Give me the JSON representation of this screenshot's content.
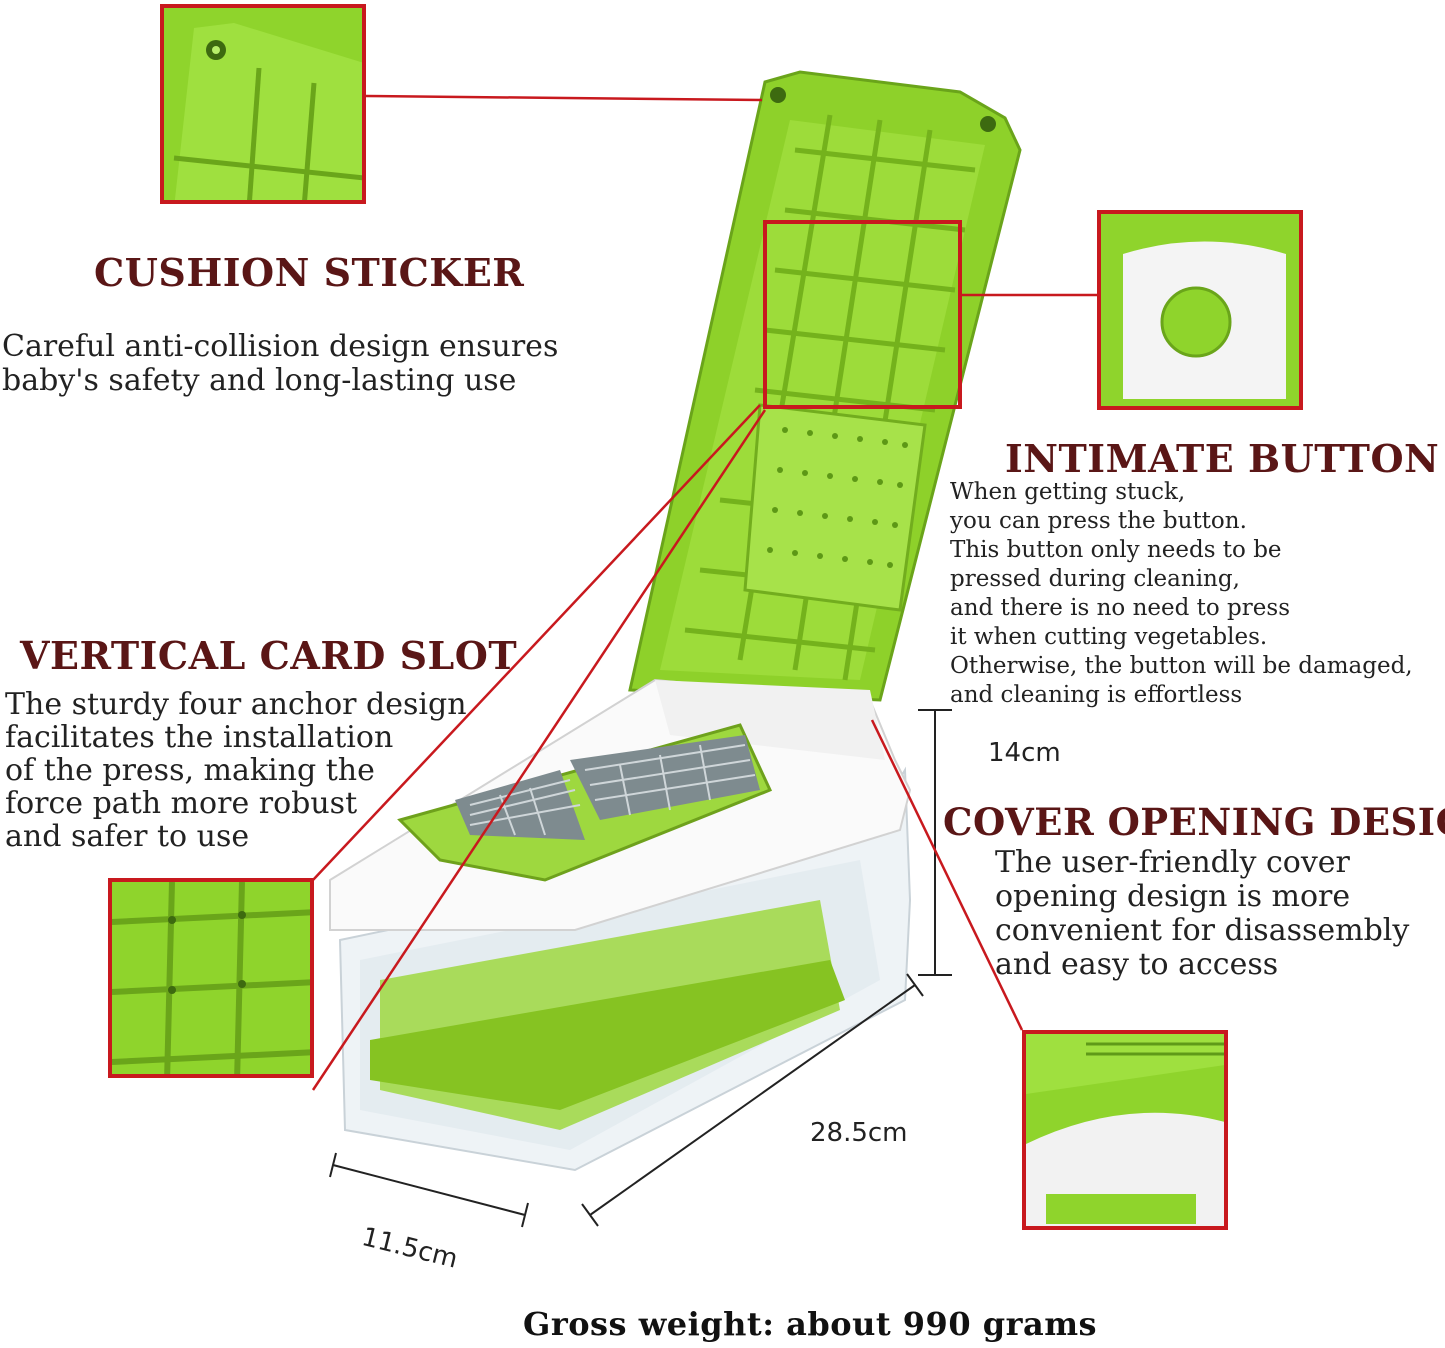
{
  "features": {
    "cushion_sticker": {
      "title": "CUSHION STICKER",
      "text": "Careful anti-collision design ensures\nbaby's safety and long-lasting use"
    },
    "intimate_button": {
      "title": "INTIMATE BUTTON",
      "text": "When getting stuck,\nyou can press the button.\nThis button only needs to be\npressed during cleaning,\nand there is no need to press\nit when cutting vegetables.\nOtherwise, the button will be damaged,\nand cleaning is effortless"
    },
    "vertical_card_slot": {
      "title": "VERTICAL CARD SLOT",
      "text": "The sturdy four anchor design\nfacilitates the installation\nof the press, making the\nforce path more robust\nand safer to use"
    },
    "cover_opening_design": {
      "title": "COVER OPENING DESIGN",
      "text": "The user-friendly cover\nopening design is more\nconvenient for disassembly\nand easy to access"
    }
  },
  "dimensions": {
    "height": "14cm",
    "length": "28.5cm",
    "width": "11.5cm"
  },
  "gross_weight": "Gross weight: about 990 grams",
  "colors": {
    "accent_green": "#8fd42c",
    "callout_red": "#c8191e",
    "heading": "#5a1616"
  }
}
